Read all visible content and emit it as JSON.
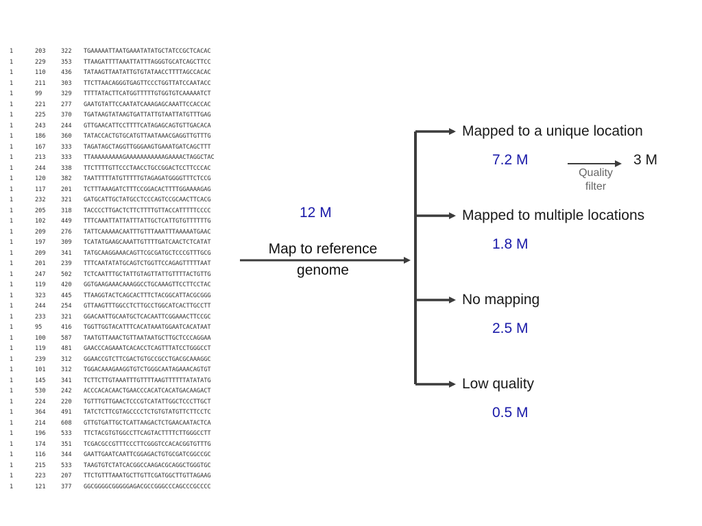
{
  "reads": [
    [
      "1",
      "203",
      "322",
      "TGAAAAATTAATGAAATATATGCTATCCGCTCACAC"
    ],
    [
      "1",
      "229",
      "353",
      "TTAAGATTTTAAATTATTTAGGGTGCATCAGCTTCC"
    ],
    [
      "1",
      "110",
      "436",
      "TATAAGTTAATATTGTGTATAACCTTTTAGCCACAC"
    ],
    [
      "1",
      "211",
      "303",
      "TTCTTAACAGGGTGAGTTCCCTGGTTATCCAATACC"
    ],
    [
      "1",
      "99",
      "329",
      "TTTTATACTTCATGGTTTTTGTGGTGTCAAAAATCT"
    ],
    [
      "1",
      "221",
      "277",
      "GAATGTATTCCAATATCAAAGAGCAAATTCCACCAC"
    ],
    [
      "1",
      "225",
      "370",
      "TGATAAGTATAAGTGATTATTGTAATTATGTTTGAG"
    ],
    [
      "1",
      "243",
      "244",
      "GTTGAACATTCCTTTTCATAGAGCAGTGTTGACACA"
    ],
    [
      "1",
      "186",
      "360",
      "TATACCACTGTGCATGTTAATAAACGAGGTTGTTTG"
    ],
    [
      "1",
      "167",
      "333",
      "TAGATAGCTAGGTTGGGAAGTGAAATGATCAGCTTT"
    ],
    [
      "1",
      "213",
      "333",
      "TTAAAAAAAAAGAAAAAAAAAAAGAAAACTAGGCTAC"
    ],
    [
      "1",
      "244",
      "338",
      "TTCTTTTGTTCCCTAACCTGCCGGACTCCTTCCCAC"
    ],
    [
      "1",
      "120",
      "382",
      "TAATTTTTATGTTTTTGTAGAGATGGGGTTTCTCCG"
    ],
    [
      "1",
      "117",
      "201",
      "TCTTTAAAGATCTTTCCGGACACTTTTGGAAAAGAG"
    ],
    [
      "1",
      "232",
      "321",
      "GATGCATTGCTATGCCTCCCAGTCCGCAACTTCACG"
    ],
    [
      "1",
      "205",
      "318",
      "TACCCCTTGACTCTTCTTTTGTTACCATTTTTCCCC"
    ],
    [
      "1",
      "102",
      "449",
      "TTTCAAATTATTATTTATTGCTCATTGTGTTTTTTG"
    ],
    [
      "1",
      "209",
      "276",
      "TATTCAAAAACAATTTGTTTAAATTTAAAAATGAAC"
    ],
    [
      "1",
      "197",
      "309",
      "TCATATGAAGCAAATTGTTTTGATCAACTCTCATAT"
    ],
    [
      "1",
      "209",
      "341",
      "TATGCAAGGAAACAGTTCGCGATGCTCCCGTTTGCG"
    ],
    [
      "1",
      "201",
      "239",
      "TTTCAATATATGCAGTCTGGTTCCAGAGTTTTTAAT"
    ],
    [
      "1",
      "247",
      "502",
      "TCTCAATTTGCTATTGTAGTTATTGTTTTACTGTTG"
    ],
    [
      "1",
      "119",
      "420",
      "GGTGAAGAAACAAAGGCCTGCAAAGTTCCTTCCTAC"
    ],
    [
      "1",
      "323",
      "445",
      "TTAAGGTACTCAGCACTTTCTACGGCATTACGCGGG"
    ],
    [
      "1",
      "244",
      "254",
      "GTTAAGTTTGGCCTCTTGCCTGGCATCACTTGCCTT"
    ],
    [
      "1",
      "233",
      "321",
      "GGACAATTGCAATGCTCACAATTCGGAAACTTCCGC"
    ],
    [
      "1",
      "95",
      "416",
      "TGGTTGGTACATTTCACATAAATGGAATCACATAAT"
    ],
    [
      "1",
      "100",
      "587",
      "TAATGTTAAACTGTTAATAATGCTTGCTCCCAGGAA"
    ],
    [
      "1",
      "119",
      "481",
      "GAACCCAGAAATCACACCTCAGTTTATCCTGGGCCT"
    ],
    [
      "1",
      "239",
      "312",
      "GGAACCGTCTTCGACTGTGCCGCCTGACGCAAAGGC"
    ],
    [
      "1",
      "101",
      "312",
      "TGGACAAAGAAGGTGTCTGGGCAATAGAAACAGTGT"
    ],
    [
      "1",
      "145",
      "341",
      "TCTTCTTGTAAATTTGTTTTAAGTTTTTTATATATG"
    ],
    [
      "1",
      "530",
      "242",
      "ACCCACACAACTGAACCCACATCACATGACAAGACT"
    ],
    [
      "1",
      "224",
      "220",
      "TGTTTGTTGAACTCCCGTCATATTGGCTCCCTTGCT"
    ],
    [
      "1",
      "364",
      "491",
      "TATCTCTTCGTAGCCCCTCTGTGTATGTTCTTCCTC"
    ],
    [
      "1",
      "214",
      "608",
      "GTTGTGATTGCTCATTAAGACTCTGAACAATACTCA"
    ],
    [
      "1",
      "196",
      "533",
      "TTCTACGTGTGGCCTTCAGTACTTTTCTTGGGCCTT"
    ],
    [
      "1",
      "174",
      "351",
      "TCGACGCCGTTTCCCTTCGGGTCCACACGGTGTTTG"
    ],
    [
      "1",
      "116",
      "344",
      "GAATTGAATCAATTCGGAGACTGTGCGATCGGCCGC"
    ],
    [
      "1",
      "215",
      "533",
      "TAAGTGTCTATCACGGCCAAGACGCAGGCTGGGTGC"
    ],
    [
      "1",
      "223",
      "207",
      "TTCTGTTTAAATGCTTGTTCGATGGCTTGTTAGAAG"
    ],
    [
      "1",
      "121",
      "377",
      "GGCGGGGCGGGGGAGACGCCGGGCCCAGCCCGCCCC"
    ]
  ],
  "flow": {
    "total_reads": "12 M",
    "map_label_line1": "Map to reference",
    "map_label_line2": "genome",
    "branches": [
      {
        "label": "Mapped to a unique location",
        "count": "7.2 M"
      },
      {
        "label": "Mapped to multiple locations",
        "count": "1.8 M"
      },
      {
        "label": "No mapping",
        "count": "2.5 M"
      },
      {
        "label": "Low quality",
        "count": "0.5 M"
      }
    ],
    "quality_filter": {
      "label_line1": "Quality",
      "label_line2": "filter",
      "result": "3 M"
    }
  },
  "colors": {
    "count_blue": "#1a1aa8",
    "arrow": "#3c3c3c"
  }
}
